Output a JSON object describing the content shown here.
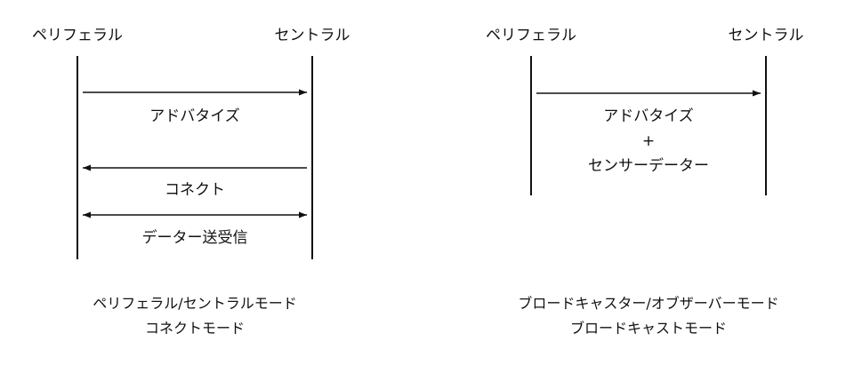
{
  "left_diagram": {
    "peripheral_label": "ペリフェラル",
    "central_label": "セントラル",
    "msg_advertise": "アドバタイズ",
    "msg_connect": "コネクト",
    "msg_data": "データー送受信",
    "caption_line1": "ペリフェラル/セントラルモード",
    "caption_line2": "コネクトモード"
  },
  "right_diagram": {
    "peripheral_label": "ペリフェラル",
    "central_label": "セントラル",
    "msg_line1": "アドバタイズ",
    "msg_line2": "+",
    "msg_line3": "センサーデーター",
    "caption_line1": "ブロードキャスター/オブザーバーモード",
    "caption_line2": "ブロードキャストモード"
  }
}
